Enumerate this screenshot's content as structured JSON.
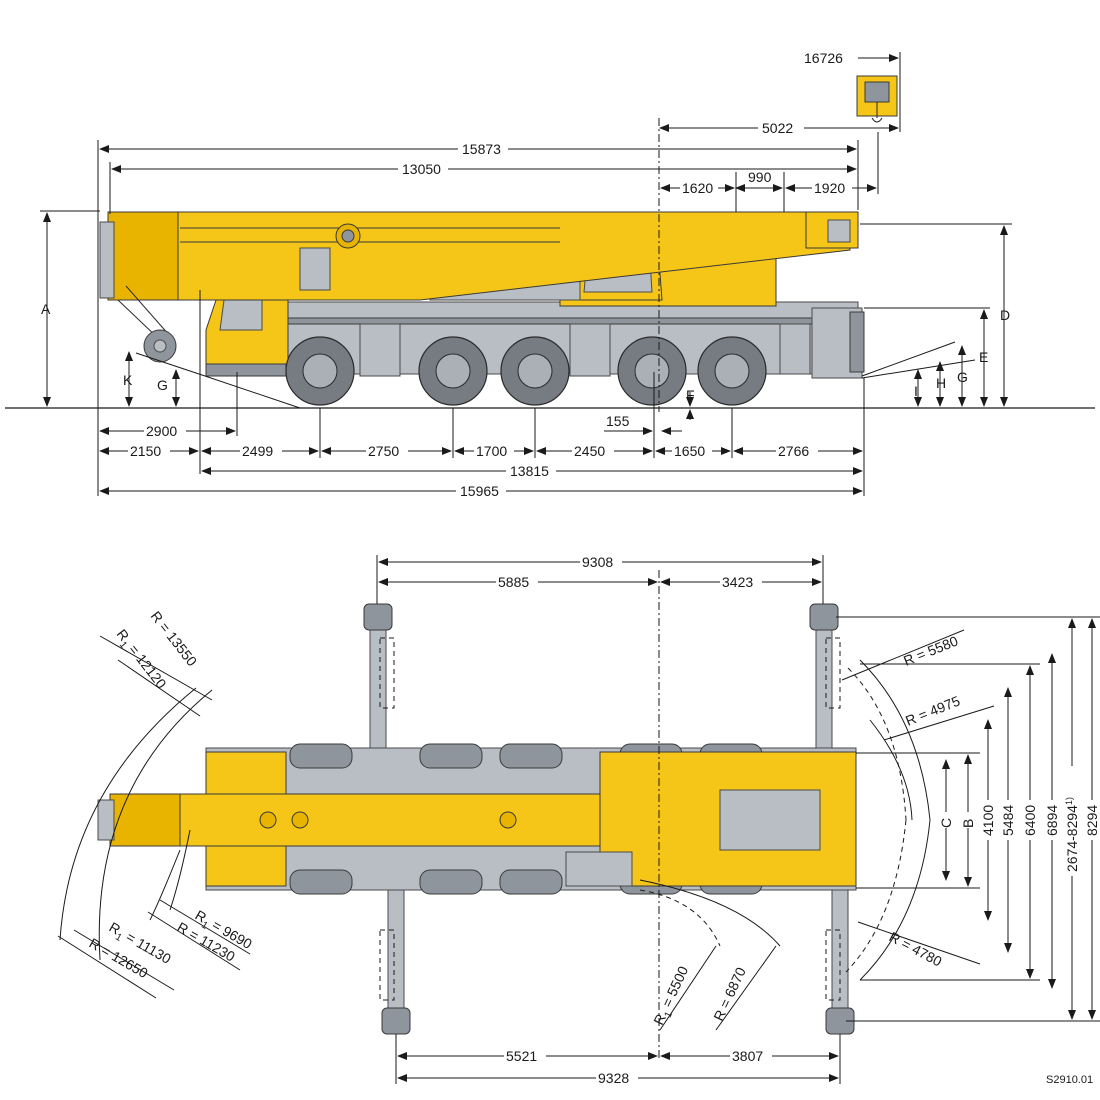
{
  "side_view": {
    "dims": {
      "d16726": "16726",
      "d15873": "15873",
      "d13050": "13050",
      "d5022": "5022",
      "d1620": "1620",
      "d990": "990",
      "d1920": "1920",
      "d2900": "2900",
      "d155": "155",
      "d2150": "2150",
      "d2499": "2499",
      "d2750": "2750",
      "d1700": "1700",
      "d2450": "2450",
      "d1650": "1650",
      "d2766": "2766",
      "d13815": "13815",
      "d15965": "15965"
    },
    "letters": {
      "A": "A",
      "K": "K",
      "G": "G",
      "F": "F",
      "D": "D",
      "E": "E",
      "H": "H",
      "I": "I",
      "G2": "G"
    }
  },
  "top_view": {
    "dims": {
      "d9308": "9308",
      "d5885": "5885",
      "d3423": "3423",
      "d5521": "5521",
      "d3807": "3807",
      "d9328": "9328",
      "C": "C",
      "B": "B",
      "d4100": "4100",
      "d5484": "5484",
      "d6400": "6400",
      "d6894": "6894",
      "d2674": "2674-8294",
      "d2674_sup": "1)",
      "d8294": "8294"
    },
    "radii": {
      "r13550": "R = 13550",
      "r12120_pre": "R",
      "r12120_sub": "1",
      "r12120_val": " = 12120",
      "r5580": "R = 5580",
      "r4975": "R = 4975",
      "r4780": "R = 4780",
      "r9690_pre": "R",
      "r9690_sub": "1",
      "r9690_val": " = 9690",
      "r11230": "R = 11230",
      "r11130_pre": "R",
      "r11130_sub": "1",
      "r11130_val": " = 11130",
      "r12650": "R = 12650",
      "r5500_pre": "R",
      "r5500_sub": "1",
      "r5500_val": " = 5500",
      "r6870": "R = 6870"
    }
  },
  "reference": "S2910.01",
  "colors": {
    "crane_yellow": "#f5c518",
    "chassis_grey": "#b9bec4",
    "line": "#1a1a1a"
  }
}
